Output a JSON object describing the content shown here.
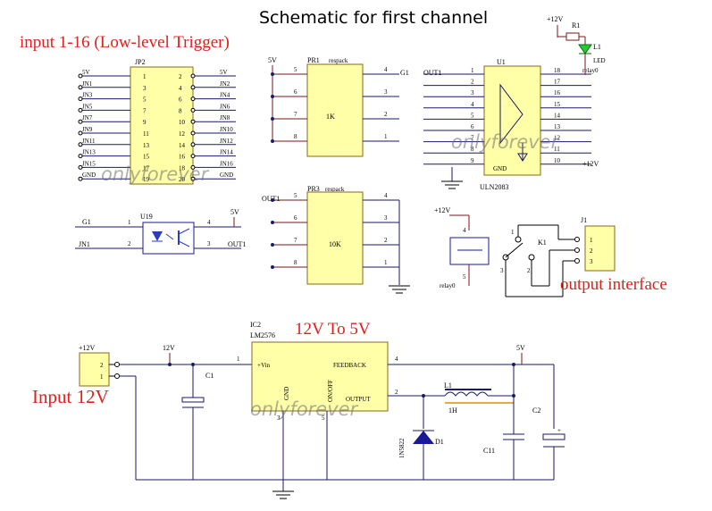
{
  "title": "Schematic for first channel",
  "input_heading": "input 1-16 (Low-level Trigger)",
  "output_heading": "output interface",
  "regulator_heading": "12V To 5V",
  "input12_heading": "Input 12V",
  "watermark": "onlyforever",
  "jp2": {
    "ref": "JP2",
    "left_nets": [
      "5V",
      "JN1",
      "JN3",
      "JN5",
      "JN7",
      "JN9",
      "JN11",
      "JN13",
      "JN15",
      "GND"
    ],
    "right_nets": [
      "5V",
      "JN2",
      "JN4",
      "JN6",
      "JN8",
      "JN10",
      "JN12",
      "JN14",
      "JN16",
      "GND"
    ],
    "left_pins": [
      "1",
      "3",
      "5",
      "7",
      "9",
      "11",
      "13",
      "15",
      "17",
      "19"
    ],
    "right_pins": [
      "2",
      "4",
      "6",
      "8",
      "10",
      "12",
      "14",
      "16",
      "18",
      "20"
    ]
  },
  "pr1": {
    "ref": "PR1",
    "type": "respack",
    "value": "1K",
    "left_pins": [
      "5",
      "6",
      "7",
      "8"
    ],
    "right_pins": [
      "4",
      "3",
      "2",
      "1"
    ],
    "net_top": "G1",
    "supply": "5V"
  },
  "pr3": {
    "ref": "PR3",
    "type": "respack",
    "value": "10K",
    "left_pins": [
      "5",
      "6",
      "7",
      "8"
    ],
    "right_pins": [
      "4",
      "3",
      "2",
      "1"
    ],
    "net_left": "OUT1"
  },
  "u19": {
    "ref": "U19",
    "net_g1": "G1",
    "net_jn1": "JN1",
    "net_out": "OUT1",
    "supply": "5V",
    "pins": [
      "1",
      "2",
      "3",
      "4"
    ]
  },
  "u1": {
    "ref": "U1",
    "part": "ULN2083",
    "in_net": "OUT1",
    "left_pins": [
      "1",
      "2",
      "3",
      "4",
      "5",
      "6",
      "7",
      "8",
      "9"
    ],
    "right_pins": [
      "18",
      "17",
      "16",
      "15",
      "14",
      "13",
      "12",
      "11",
      "10"
    ],
    "gnd": "GND",
    "supply": "+12V",
    "relay": "relay0"
  },
  "led": {
    "ref": "R1",
    "led_ref": "L1",
    "led_label": "LED",
    "supply": "+12V",
    "relay": "relay0"
  },
  "k1": {
    "ref": "K1",
    "supply": "+12V",
    "relay": "relay0",
    "coil_pins": [
      "4",
      "5"
    ],
    "contact_pins": [
      "1",
      "2",
      "3"
    ]
  },
  "j1": {
    "ref": "J1",
    "pins": [
      "1",
      "2",
      "3"
    ]
  },
  "ic2": {
    "ref": "IC2",
    "part": "LM2576",
    "vin": "+Vin",
    "feedback": "FEEDBACK",
    "output": "OUTPUT",
    "gnd": "GND",
    "onoff": "ON/OFF",
    "pins": [
      "1",
      "2",
      "3",
      "4",
      "5"
    ]
  },
  "conn12": {
    "pins": [
      "2",
      "1"
    ],
    "supply": "+12V"
  },
  "c1": {
    "ref": "C1"
  },
  "l1": {
    "ref": "L1",
    "value": "1H"
  },
  "d1": {
    "ref": "D1",
    "part": "1N5822"
  },
  "c11": {
    "ref": "C11"
  },
  "c2": {
    "ref": "C2"
  },
  "rail_12v": "12V",
  "rail_5v": "5V"
}
